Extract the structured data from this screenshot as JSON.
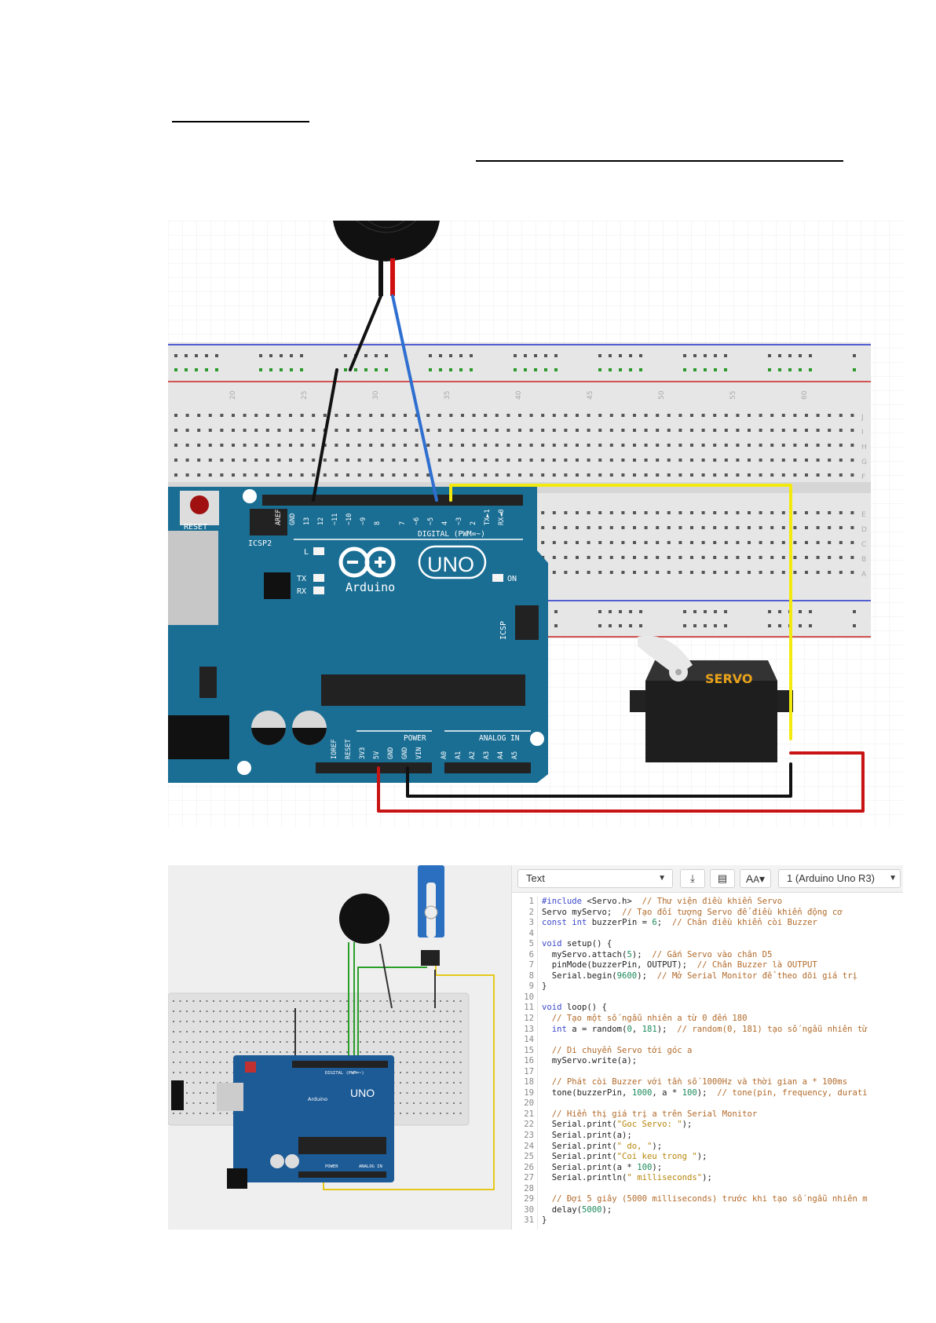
{
  "editor": {
    "mode_label": "Text",
    "board_label": "1 (Arduino Uno R3)",
    "code_lines": [
      "#include <Servo.h>  // Thư viện điều khiển Servo",
      "Servo myServo;  // Tạo đối tượng Servo để điều khiển động cơ",
      "const int buzzerPin = 6;  // Chân điều khiển còi Buzzer",
      "",
      "void setup() {",
      "  myServo.attach(5);  // Gắn Servo vào chân D5",
      "  pinMode(buzzerPin, OUTPUT);  // Chân Buzzer là OUTPUT",
      "  Serial.begin(9600);  // Mở Serial Monitor để theo dõi giá trị",
      "}",
      "",
      "void loop() {",
      "  // Tạo một số ngẫu nhiên a từ 0 đến 180",
      "  int a = random(0, 181);  // random(0, 181) tạo số ngẫu nhiên từ",
      "",
      "  // Di chuyển Servo tới góc a",
      "  myServo.write(a);",
      "",
      "  // Phát còi Buzzer với tần số 1000Hz và thời gian a * 100ms",
      "  tone(buzzerPin, 1000, a * 100);  // tone(pin, frequency, durati",
      "",
      "  // Hiển thị giá trị a trên Serial Monitor",
      "  Serial.print(\"Goc Servo: \");",
      "  Serial.print(a);",
      "  Serial.print(\" do, \");",
      "  Serial.print(\"Coi keu trong \");",
      "  Serial.print(a * 100);",
      "  Serial.println(\" milliseconds\");",
      "",
      "  // Đợi 5 giây (5000 milliseconds) trước khi tạo số ngẫu nhiên m",
      "  delay(5000);",
      "}"
    ]
  },
  "board": {
    "reset_label": "RESET",
    "icsp2_label": "ICSP2",
    "icsp_label": "ICSP",
    "digital_label": "DIGITAL (PWM=~)",
    "brand_label": "Arduino",
    "model_label": "UNO",
    "on_label": "ON",
    "l_label": "L",
    "tx_label": "TX",
    "rx_label": "RX",
    "power_label": "POWER",
    "analog_label": "ANALOG IN",
    "servo_label": "SERVO",
    "top_pins": [
      "AREF",
      "GND",
      "13",
      "12",
      "~11",
      "~10",
      "~9",
      "8",
      "7",
      "~6",
      "~5",
      "4",
      "~3",
      "2",
      "TX►1",
      "RX◄0"
    ],
    "bottom_pins": [
      "IOREF",
      "RESET",
      "3V3",
      "5V",
      "GND",
      "GND",
      "VIN",
      "A0",
      "A1",
      "A2",
      "A3",
      "A4",
      "A5"
    ],
    "column_numbers": [
      "20",
      "25",
      "30",
      "35",
      "40",
      "45",
      "50",
      "55",
      "60"
    ],
    "row_letters_top": [
      "J",
      "I",
      "H",
      "G",
      "F"
    ],
    "row_letters_bottom": [
      "E",
      "D",
      "C",
      "B",
      "A"
    ]
  },
  "colors": {
    "board": "#1a6e94",
    "wire_yellow": "#f2ea0e",
    "wire_red": "#c81414",
    "wire_black": "#111111",
    "wire_blue": "#2e6fd0",
    "breadboard": "#e6e6e6"
  }
}
